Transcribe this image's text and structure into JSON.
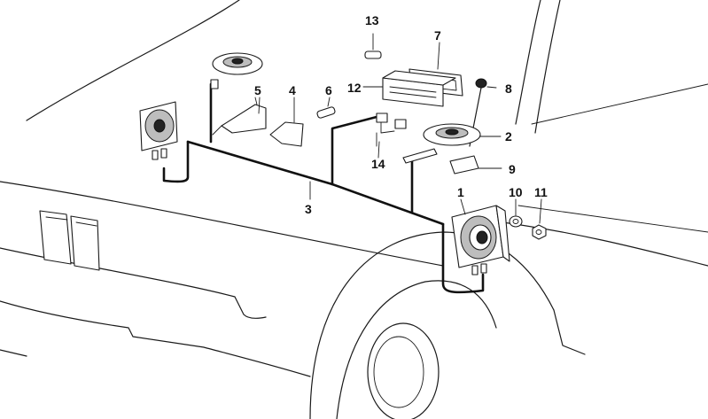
{
  "diagram": {
    "callouts": [
      {
        "id": "p1",
        "label": "1"
      },
      {
        "id": "p2",
        "label": "2"
      },
      {
        "id": "p3",
        "label": "3"
      },
      {
        "id": "p4",
        "label": "4"
      },
      {
        "id": "p5",
        "label": "5"
      },
      {
        "id": "p6",
        "label": "6"
      },
      {
        "id": "p7",
        "label": "7"
      },
      {
        "id": "p8",
        "label": "8"
      },
      {
        "id": "p9",
        "label": "9"
      },
      {
        "id": "p10",
        "label": "10"
      },
      {
        "id": "p11",
        "label": "11"
      },
      {
        "id": "p12",
        "label": "12"
      },
      {
        "id": "p13",
        "label": "13"
      },
      {
        "id": "p14",
        "label": "14"
      }
    ]
  }
}
